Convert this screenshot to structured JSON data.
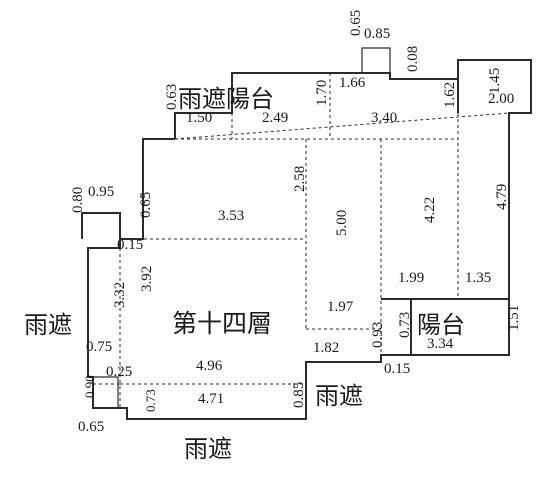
{
  "labels": {
    "floor": "第十四層",
    "canopy_top_balcony": "雨遮陽台",
    "canopy_left": "雨遮",
    "canopy_right": "雨遮",
    "canopy_bottom": "雨遮",
    "balcony": "陽台"
  },
  "dimensions": {
    "d_065_top": "0.65",
    "d_085_top": "0.85",
    "d_008": "0.08",
    "d_145": "1.45",
    "d_166": "1.66",
    "d_170": "1.70",
    "d_162": "1.62",
    "d_200": "2.00",
    "d_063": "0.63",
    "d_150": "1.50",
    "d_249": "2.49",
    "d_340": "3.40",
    "d_258": "2.58",
    "d_422": "4.22",
    "d_479": "4.79",
    "d_095": "0.95",
    "d_080": "0.80",
    "d_065_left": "0.65",
    "d_353": "3.53",
    "d_500": "5.00",
    "d_015_left": "0.15",
    "d_332": "3.32",
    "d_392": "3.92",
    "d_199": "1.99",
    "d_135": "1.35",
    "d_197": "1.97",
    "d_151": "1.51",
    "d_093": "0.93",
    "d_073_right": "0.73",
    "d_334": "3.34",
    "d_075": "0.75",
    "d_182": "1.82",
    "d_015_bottom": "0.15",
    "d_496": "4.96",
    "d_090": "0.90",
    "d_025": "0.25",
    "d_073_left": "0.73",
    "d_471": "4.71",
    "d_085_bottom": "0.85",
    "d_065_bottom": "0.65"
  }
}
